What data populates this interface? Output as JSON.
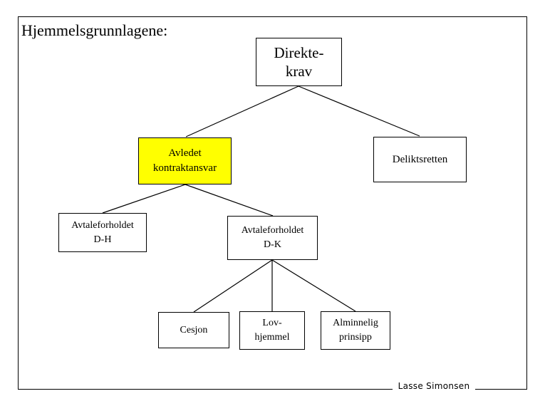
{
  "slide": {
    "title": "Hjemmelsgrunnlagene:",
    "footer": "Lasse Simonsen",
    "background_color": "#ffffff",
    "line_color": "#000000",
    "highlight_color": "#ffff00"
  },
  "diagram": {
    "type": "tree",
    "nodes": {
      "root": {
        "label": "Direkte-\nkrav",
        "fill": "#ffffff"
      },
      "avledet": {
        "label": "Avledet\nkontraktansvar",
        "fill": "#ffff00"
      },
      "delikt": {
        "label": "Deliktsretten",
        "fill": "#ffffff"
      },
      "dh": {
        "label": "Avtaleforholdet\nD-H",
        "fill": "#ffffff"
      },
      "dk": {
        "label": "Avtaleforholdet\nD-K",
        "fill": "#ffffff"
      },
      "cesjon": {
        "label": "Cesjon",
        "fill": "#ffffff"
      },
      "lovhjemmel": {
        "label": "Lov-\nhjemmel",
        "fill": "#ffffff"
      },
      "alminnelig": {
        "label": "Alminnelig\nprinsipp",
        "fill": "#ffffff"
      }
    },
    "edges": [
      {
        "from": "root",
        "to": "avledet"
      },
      {
        "from": "root",
        "to": "delikt"
      },
      {
        "from": "avledet",
        "to": "dh"
      },
      {
        "from": "avledet",
        "to": "dk"
      },
      {
        "from": "dk",
        "to": "cesjon"
      },
      {
        "from": "dk",
        "to": "lovhjemmel"
      },
      {
        "from": "dk",
        "to": "alminnelig"
      }
    ]
  }
}
